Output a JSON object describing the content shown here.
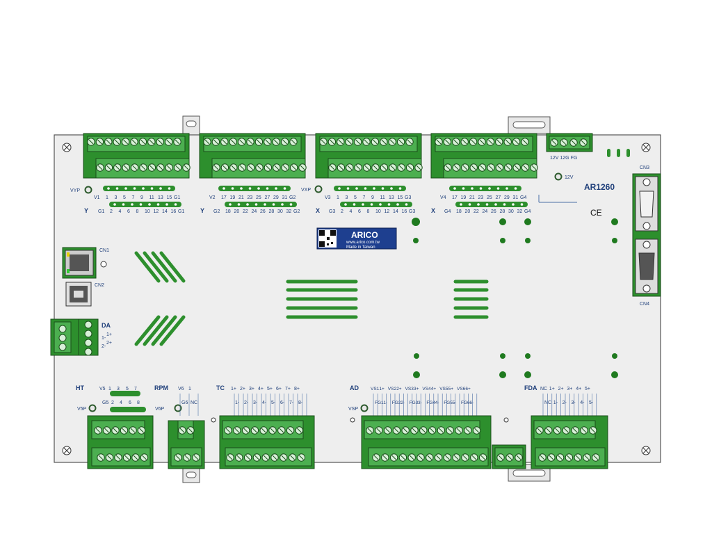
{
  "model": "AR1260",
  "ce_mark": "CE",
  "brand": {
    "logo_text": "ARICO",
    "url": "www.arico.com.tw",
    "made_in": "Made in Taiwan"
  },
  "connectors": {
    "cn1": "CN1",
    "cn2": "CN2",
    "cn3": "CN3",
    "cn4": "CN4",
    "vyp": "VYP",
    "vxp": "VXP",
    "v5p": "V5P",
    "v6p": "V6P",
    "vsp": "VSP",
    "power": "12V",
    "power_terms": "12V 12G FG"
  },
  "groups": {
    "y1": {
      "axis": "Y",
      "vcc": "V1",
      "gnd": "G1",
      "odd": [
        "1",
        "3",
        "5",
        "7",
        "9",
        "11",
        "13",
        "15"
      ],
      "even": [
        "2",
        "4",
        "6",
        "8",
        "10",
        "12",
        "14",
        "16"
      ]
    },
    "y2": {
      "axis": "Y",
      "vcc": "V2",
      "gnd": "G2",
      "odd": [
        "17",
        "19",
        "21",
        "23",
        "25",
        "27",
        "29",
        "31"
      ],
      "even": [
        "18",
        "20",
        "22",
        "24",
        "26",
        "28",
        "30",
        "32"
      ]
    },
    "x3": {
      "axis": "X",
      "vcc": "V3",
      "gnd": "G3",
      "odd": [
        "1",
        "3",
        "5",
        "7",
        "9",
        "11",
        "13",
        "15"
      ],
      "even": [
        "2",
        "4",
        "6",
        "8",
        "10",
        "12",
        "14",
        "16"
      ]
    },
    "x4": {
      "axis": "X",
      "vcc": "V4",
      "gnd": "G4",
      "odd": [
        "17",
        "19",
        "21",
        "23",
        "25",
        "27",
        "29",
        "31"
      ],
      "even": [
        "18",
        "20",
        "22",
        "24",
        "26",
        "28",
        "30",
        "32"
      ]
    }
  },
  "da": {
    "title": "DA",
    "labels": [
      "1+",
      "1-",
      "2+",
      "2-"
    ]
  },
  "ht": {
    "title": "HT",
    "top": [
      "V5",
      "1",
      "3",
      "5",
      "7"
    ],
    "bottom": [
      "G5",
      "2",
      "4",
      "6",
      "8"
    ]
  },
  "rpm": {
    "title": "RPM",
    "top": [
      "V6",
      "1"
    ],
    "bottom": [
      "G6",
      "NC"
    ]
  },
  "tc": {
    "title": "TC",
    "top": [
      "1+",
      "2+",
      "3+",
      "4+",
      "5+",
      "6+",
      "7+",
      "8+"
    ],
    "bottom": [
      "1-",
      "2-",
      "3-",
      "4-",
      "5-",
      "6-",
      "7-",
      "8-"
    ]
  },
  "ad": {
    "title": "AD",
    "top": [
      "VS1",
      "1+",
      "VS2",
      "2+",
      "VS3",
      "3+",
      "VS4",
      "4+",
      "VS5",
      "5+",
      "VS6",
      "6+"
    ],
    "bottom": [
      "FG1",
      "1-",
      "FG2",
      "2-",
      "FG3",
      "3-",
      "FG4",
      "4-",
      "FG5",
      "5-",
      "FG6",
      "6-"
    ]
  },
  "fda": {
    "title": "FDA",
    "top": [
      "NC",
      "1+",
      "2+",
      "3+",
      "4+",
      "5+"
    ],
    "bottom": [
      "NC",
      "1-",
      "2-",
      "3-",
      "4-",
      "5-"
    ]
  }
}
